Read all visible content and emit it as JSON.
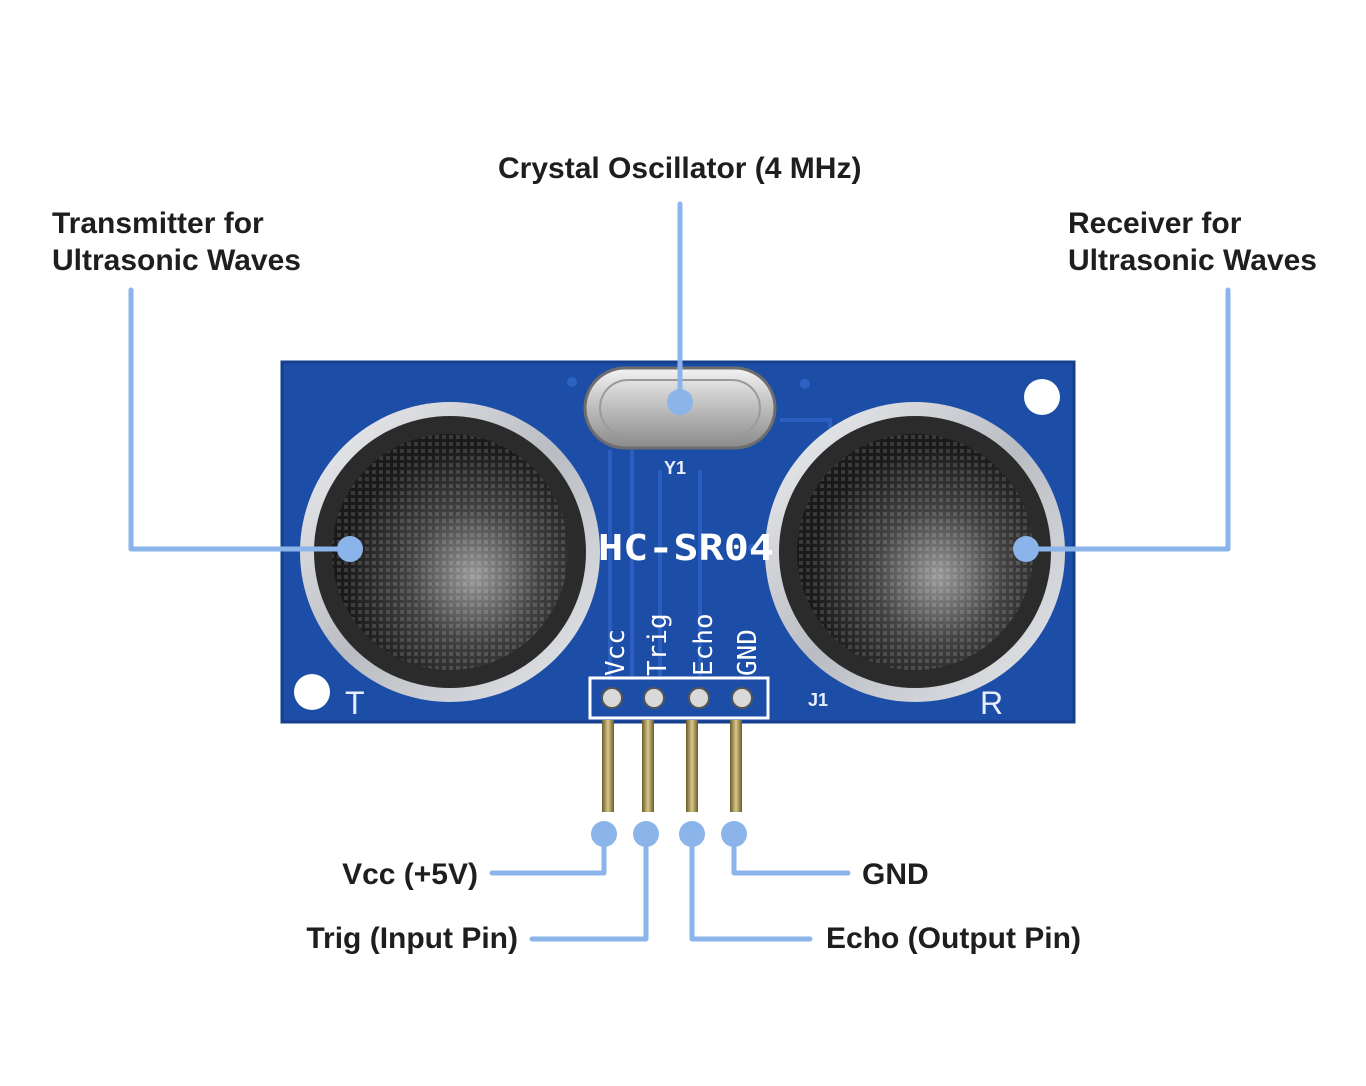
{
  "labels": {
    "crystal": "Crystal Oscillator (4 MHz)",
    "transmitter": [
      "Transmitter for",
      "Ultrasonic Waves"
    ],
    "receiver": [
      "Receiver for",
      "Ultrasonic Waves"
    ],
    "vcc": "Vcc (+5V)",
    "trig": "Trig (Input Pin)",
    "gnd": "GND",
    "echo": "Echo (Output Pin)"
  },
  "board": {
    "model": "HC-SR04",
    "crystal_ref": "Y1",
    "header_ref": "J1",
    "transmitter_mark": "T",
    "receiver_mark": "R",
    "pins": [
      "Vcc",
      "Trig",
      "Echo",
      "GND"
    ]
  },
  "colors": {
    "callout_line": "#8ab4ea",
    "board": "#1d4ea7",
    "text": "#1e1e1e"
  }
}
